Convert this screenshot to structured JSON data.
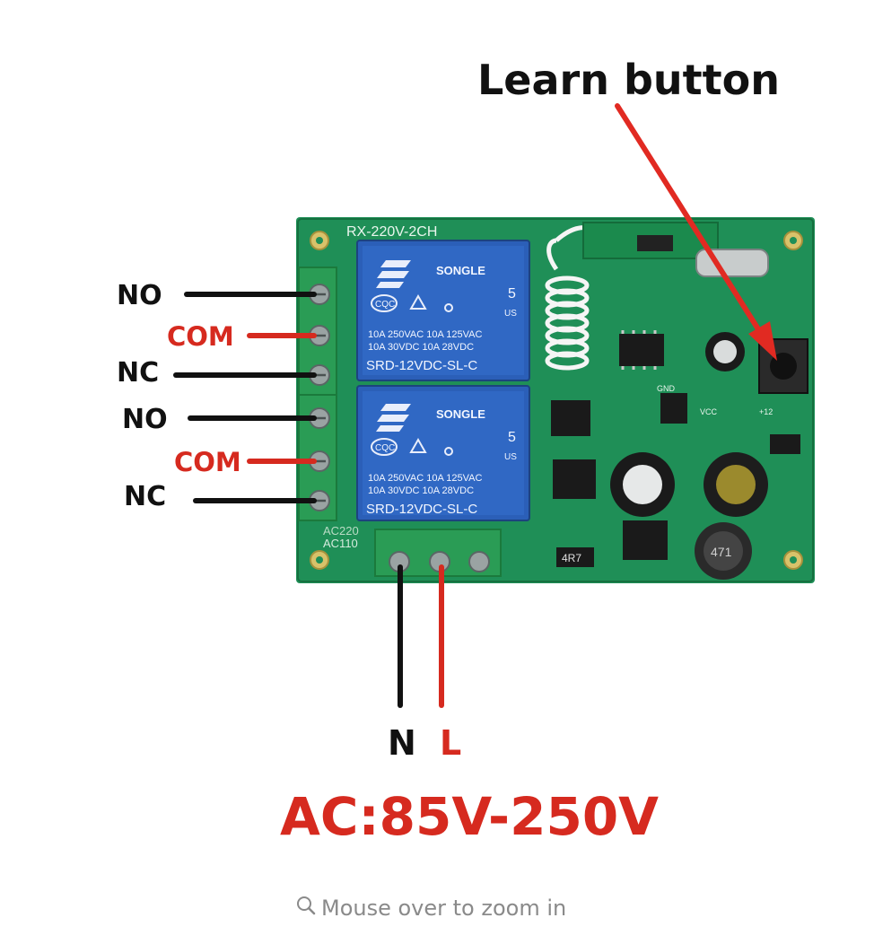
{
  "title": "Learn button",
  "board": {
    "model": "RX-220V-2CH",
    "relay_brand": "SONGLE",
    "relay_cert_left": "CQC",
    "relay_spec_1": "10A 250VAC  10A 125VAC",
    "relay_spec_2": "10A 30VDC  10A 28VDC",
    "relay_model": "SRD-12VDC-SL-C",
    "relay_number": "5",
    "relay_us": "US",
    "silk_ac220": "AC220",
    "silk_ac110": "AC110",
    "silk_gnd": "GND",
    "silk_vcc": "VCC",
    "silk_plus12": "+12",
    "inductor_code": "471",
    "resistor_code": "4R7",
    "pcb_color": "#1f8f57",
    "relay_color": "#2b5fb8"
  },
  "terminals_left": [
    {
      "label": "NO",
      "color": "#111111"
    },
    {
      "label": "COM",
      "color": "#d62a1f"
    },
    {
      "label": "NC",
      "color": "#111111"
    },
    {
      "label": "NO",
      "color": "#111111"
    },
    {
      "label": "COM",
      "color": "#d62a1f"
    },
    {
      "label": "NC",
      "color": "#111111"
    }
  ],
  "terminals_bottom": [
    {
      "label": "N",
      "color": "#111111"
    },
    {
      "label": "L",
      "color": "#d62a1f"
    }
  ],
  "voltage": "AC:85V-250V",
  "zoom_hint": "Mouse over to zoom in",
  "icons": {
    "zoom": "magnifier-icon"
  }
}
